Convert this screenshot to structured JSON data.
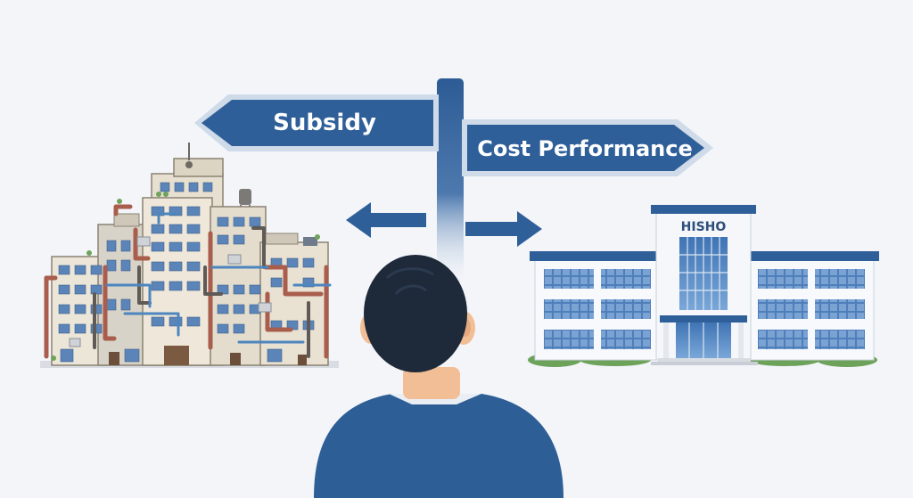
{
  "signs": {
    "left_label": "Subsidy",
    "right_label": "Cost Performance"
  },
  "building": {
    "name": "HISHO"
  },
  "colors": {
    "background": "#f3f5f9",
    "sign_blue": "#2f5f99",
    "sign_border": "#cfdbe9",
    "shirt_blue": "#2e5e96",
    "hair": "#1e2a3a",
    "skin": "#f2be95",
    "brick": "#a95d4c",
    "pipe_blue": "#4d86be",
    "facade": "#e9e2d3"
  },
  "icons": {
    "left_arrow": "arrow-left-icon",
    "right_arrow": "arrow-right-icon"
  }
}
